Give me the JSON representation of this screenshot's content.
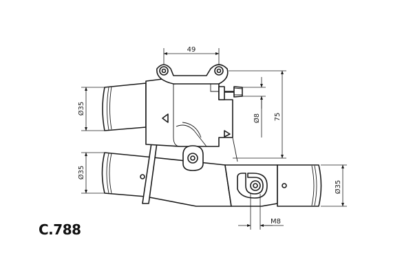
{
  "part_code": "C.788",
  "dimensions": {
    "top_width": "49",
    "upper_hose_dia": "Ø35",
    "lower_hose_dia": "Ø35",
    "right_hose_dia": "Ø35",
    "nozzle_dia": "Ø8",
    "height": "75",
    "bolt": "M8"
  }
}
